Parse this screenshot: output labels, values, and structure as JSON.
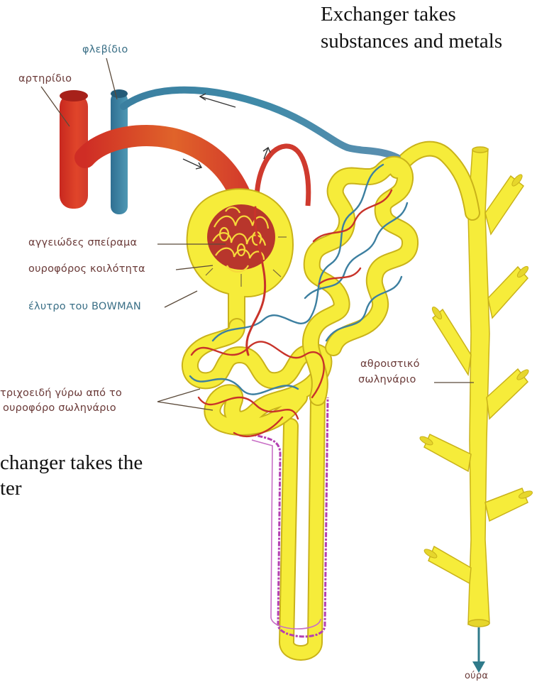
{
  "captions": {
    "top_right_line1": "Exchanger takes",
    "top_right_line2": "substances and metals",
    "left_line1": "changer takes the",
    "left_line2": "ter"
  },
  "labels": {
    "venule": "φλεβίδιο",
    "arteriole": "αρτηρίδιο",
    "glomerulus": "αγγειώδες σπείραμα",
    "urinary_space": "ουροφόρος κοιλότητα",
    "bowman_capsule": "έλυτρο του BOWMAN",
    "capillaries_line1": "τριχοειδή γύρω από το",
    "capillaries_line2": "ουροφόρο σωληνάριο",
    "collecting_line1": "αθροιστικό",
    "collecting_line2": "σωληνάριο",
    "urine": "ούρα"
  },
  "colors": {
    "tubule": "#f6ec3a",
    "tubule_edge": "#c9b21a",
    "artery": "#d8322c",
    "vein": "#3d86a6",
    "loop_capillary": "#b43fb2",
    "leader": "#5b4a3a"
  }
}
